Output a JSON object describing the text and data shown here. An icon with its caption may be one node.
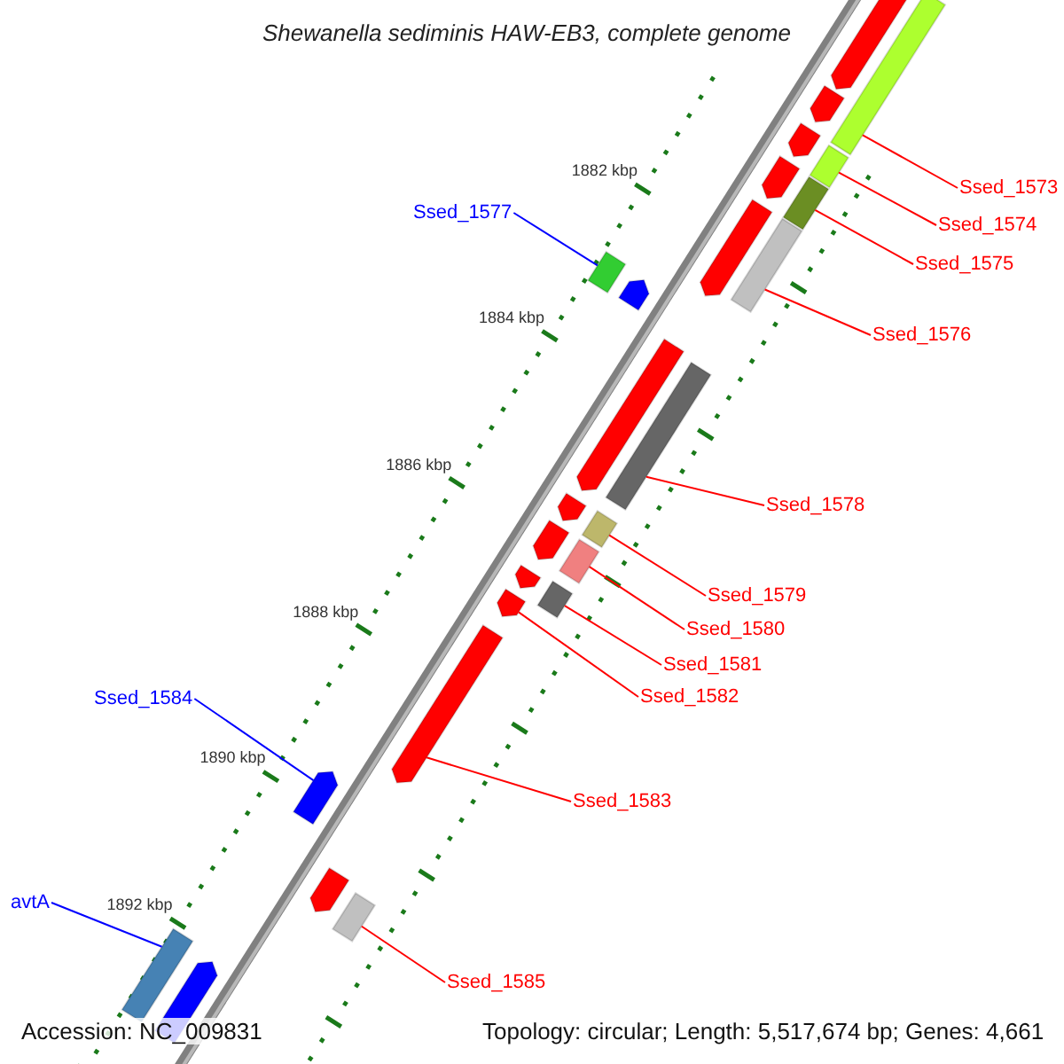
{
  "diagram": {
    "title": "Shewanella sediminis HAW-EB3, complete genome",
    "nodes": [
      {
        "text": [
          "Ssed_1573"
        ]
      },
      {
        "text": [],
        "shape": "bar"
      },
      {
        "text": [
          "Ssed_1574"
        ]
      },
      {
        "text": [],
        "shape": "bar"
      },
      {
        "text": [
          "Ssed_1575"
        ]
      },
      {
        "text": [],
        "shape": "bar"
      },
      {
        "text": [
          "Ssed_1577"
        ]
      },
      {
        "text": [],
        "shape": "bar"
      },
      {
        "text": [
          "Ssed_1576"
        ]
      },
      {
        "text": [],
        "shape": "bar"
      },
      {
        "text": [
          "Ssed_1578"
        ]
      },
      {
        "text": [],
        "shape": "bar"
      },
      {
        "text": [
          "Ssed_1579"
        ]
      },
      {
        "text": [],
        "shape": "bar"
      },
      {
        "text": [
          "Ssed_1580"
        ]
      },
      {
        "text": [],
        "shape": "bar"
      },
      {
        "text": [
          "Ssed_1581"
        ]
      },
      {
        "text": [],
        "shape": "bar"
      },
      {
        "text": [
          "Ssed_1582"
        ]
      },
      {
        "text": [],
        "shape": "pentagon"
      },
      {
        "text": [
          "Ssed_1584"
        ]
      },
      {
        "text": [],
        "shape": "pentagon"
      },
      {
        "text": [
          "Ssed_1583"
        ]
      },
      {
        "text": [],
        "shape": "pentagon"
      },
      {
        "text": [
          "avtA"
        ]
      },
      {
        "text": [],
        "shape": "bar"
      },
      {
        "text": [
          "Ssed_1585"
        ]
      },
      {
        "text": [],
        "shape": "bar"
      },
      {
        "text": [],
        "shape": "pentagon"
      },
      {
        "text": [],
        "shape": "pentagon"
      },
      {
        "text": [],
        "shape": "pentagon"
      },
      {
        "text": [],
        "shape": "pentagon"
      },
      {
        "text": [],
        "shape": "pentagon"
      },
      {
        "text": [],
        "shape": "pentagon"
      },
      {
        "text": [],
        "shape": "pentagon"
      },
      {
        "text": [],
        "shape": "pentagon"
      },
      {
        "text": [],
        "shape": "pentagon"
      },
      {
        "text": [],
        "shape": "pentagon"
      },
      {
        "text": [],
        "shape": "pentagon"
      },
      {
        "text": [],
        "shape": "pentagon"
      }
    ],
    "edges": [
      {
        "from": 0,
        "to": 1,
        "arrow": "none"
      },
      {
        "from": 2,
        "to": 3,
        "arrow": "none"
      },
      {
        "from": 4,
        "to": 5,
        "arrow": "none"
      },
      {
        "from": 6,
        "to": 7,
        "arrow": "none",
        "color": "#0000ff"
      },
      {
        "from": 8,
        "to": 9,
        "arrow": "none"
      },
      {
        "from": 10,
        "to": 11,
        "arrow": "none"
      },
      {
        "from": 12,
        "to": 13,
        "arrow": "none"
      },
      {
        "from": 14,
        "to": 15,
        "arrow": "none"
      },
      {
        "from": 16,
        "to": 17,
        "arrow": "none"
      },
      {
        "from": 18,
        "to": 19,
        "arrow": "none"
      },
      {
        "from": 20,
        "to": 21,
        "arrow": "none",
        "color": "#0000ff"
      },
      {
        "from": 22,
        "to": 23,
        "arrow": "none"
      },
      {
        "from": 24,
        "to": 25,
        "arrow": "none",
        "color": "#0000ff"
      },
      {
        "from": 26,
        "to": 27,
        "arrow": "none"
      }
    ],
    "labels": [
      "1882 kbp",
      "1884 kbp",
      "1886 kbp",
      "1888 kbp",
      "1890 kbp",
      "1892 kbp",
      "Accession: NC_009831",
      "Topology: circular; Length: 5,517,674 bp; Genes: 4,661"
    ]
  }
}
